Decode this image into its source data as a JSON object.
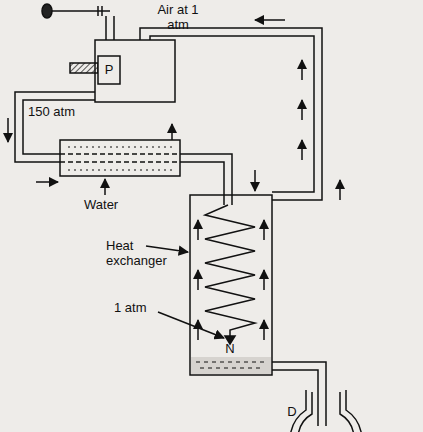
{
  "diagram": {
    "labels": [
      "Air at 1 atm",
      "P",
      "150 atm",
      "Water",
      "Heat exchanger",
      "1 atm",
      "N",
      "D"
    ]
  }
}
